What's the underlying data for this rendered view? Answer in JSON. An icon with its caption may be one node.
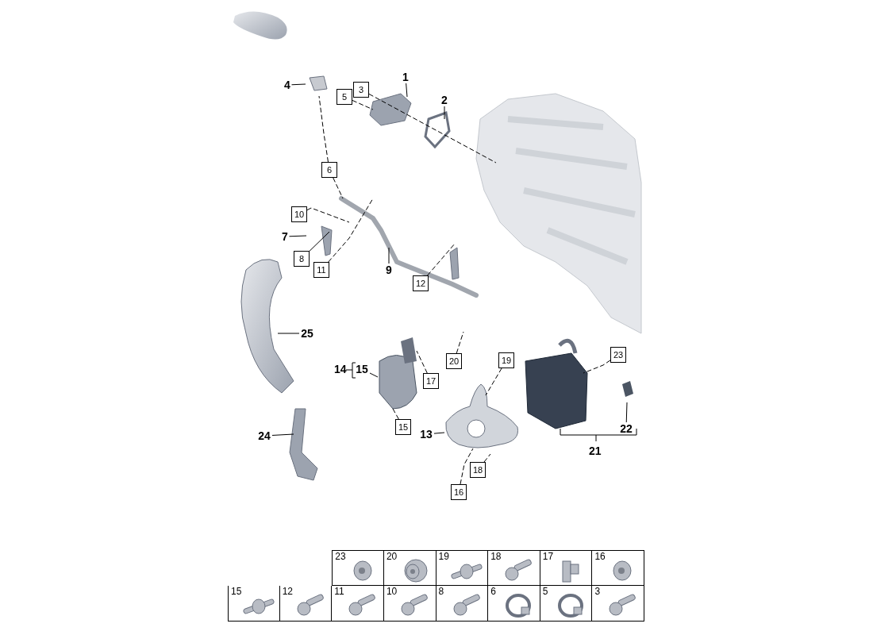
{
  "diagram": {
    "nodes": [
      {
        "text": [
          "1"
        ]
      },
      {
        "text": [
          "3"
        ]
      },
      {
        "text": [
          "4"
        ]
      },
      {
        "text": [
          "5"
        ]
      },
      {
        "text": [
          "2"
        ]
      },
      {
        "text": [
          "6"
        ]
      },
      {
        "text": [
          "10"
        ]
      },
      {
        "text": [
          "7"
        ]
      },
      {
        "text": [
          "8"
        ]
      },
      {
        "text": [
          "11"
        ]
      },
      {
        "text": [
          "9"
        ]
      },
      {
        "text": [
          "12"
        ]
      },
      {
        "text": [
          "25"
        ]
      },
      {
        "text": [
          "23"
        ]
      },
      {
        "text": [
          "15"
        ]
      },
      {
        "text": [
          "20"
        ]
      },
      {
        "text": [
          "19"
        ]
      },
      {
        "text": [
          "17"
        ]
      },
      {
        "text": [
          "22"
        ]
      },
      {
        "text": [
          "24"
        ]
      },
      {
        "text": [
          "15"
        ]
      },
      {
        "text": [
          "13"
        ]
      },
      {
        "text": [
          "18"
        ]
      },
      {
        "text": [
          "16"
        ]
      }
    ],
    "edges": [
      {
        "from": 0,
        "to": null,
        "arrow": "none"
      },
      {
        "from": 1,
        "to": null,
        "arrow": "none",
        "style": "dashed"
      },
      {
        "from": 2,
        "to": null,
        "arrow": "none"
      },
      {
        "from": 3,
        "to": null,
        "arrow": "none",
        "style": "dashed"
      },
      {
        "from": 4,
        "to": null,
        "arrow": "none"
      },
      {
        "from": 5,
        "to": null,
        "arrow": "none",
        "style": "dashed"
      },
      {
        "from": 5,
        "to": null,
        "arrow": "none",
        "style": "dashed"
      },
      {
        "from": 6,
        "to": null,
        "arrow": "none",
        "style": "dashed"
      },
      {
        "from": 7,
        "to": null,
        "arrow": "none"
      },
      {
        "from": 8,
        "to": null,
        "arrow": "none"
      },
      {
        "from": 9,
        "to": null,
        "arrow": "none",
        "style": "dashed"
      },
      {
        "from": 10,
        "to": null,
        "arrow": "none"
      },
      {
        "from": 11,
        "to": null,
        "arrow": "none",
        "style": "dashed"
      },
      {
        "from": 12,
        "to": null,
        "arrow": "none"
      },
      {
        "from": 13,
        "to": null,
        "arrow": "none",
        "style": "dashed"
      },
      {
        "from": 14,
        "to": null,
        "arrow": "none"
      },
      {
        "from": 15,
        "to": null,
        "arrow": "none",
        "style": "dashed"
      },
      {
        "from": 16,
        "to": null,
        "arrow": "none",
        "style": "dashed"
      },
      {
        "from": 17,
        "to": null,
        "arrow": "none",
        "style": "dashed"
      },
      {
        "from": 18,
        "to": null,
        "arrow": "none"
      },
      {
        "from": 19,
        "to": null,
        "arrow": "none"
      },
      {
        "from": 20,
        "to": null,
        "arrow": "none",
        "style": "dashed"
      },
      {
        "from": 21,
        "to": null,
        "arrow": "none"
      },
      {
        "from": 22,
        "to": null,
        "arrow": "none",
        "style": "dashed"
      },
      {
        "from": 23,
        "to": null,
        "arrow": "none",
        "style": "dashed"
      }
    ],
    "labels": [
      "14",
      "21",
      "23",
      "20",
      "19",
      "18",
      "17",
      "16",
      "15",
      "12",
      "11",
      "10",
      "8",
      "6",
      "5",
      "3"
    ]
  }
}
